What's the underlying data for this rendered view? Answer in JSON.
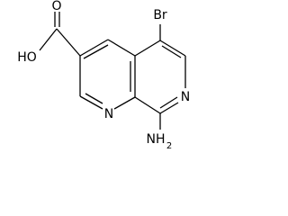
{
  "molecule": {
    "atom_labels": {
      "bromine": "Br",
      "hydroxyl": "HO",
      "carbonyl_oxygen": "O",
      "ring_nitrogen_left": "N",
      "ring_nitrogen_right": "N",
      "amino": "NH",
      "amino_subscript": "2"
    }
  }
}
